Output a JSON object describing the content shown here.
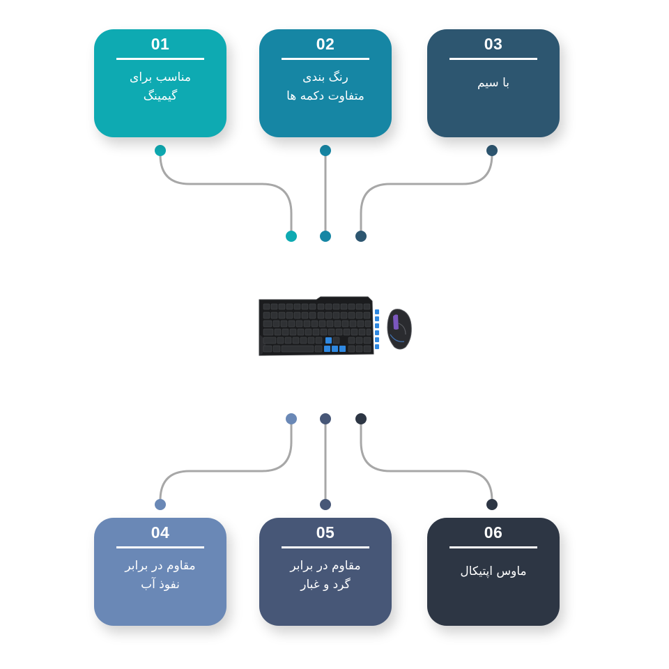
{
  "features": [
    {
      "number": "01",
      "text": "مناسب برای\nگیمینگ",
      "color": "#0eaab2"
    },
    {
      "number": "02",
      "text": "رنگ بندی\nمتفاوت دکمه ها",
      "color": "#1686a4"
    },
    {
      "number": "03",
      "text": "با سیم",
      "color": "#2d5670"
    },
    {
      "number": "04",
      "text": "مقاوم در برابر\nنفوذ آب",
      "color": "#6a88b6"
    },
    {
      "number": "05",
      "text": "مقاوم در برابر\nگرد و غبار",
      "color": "#475777"
    },
    {
      "number": "06",
      "text": "ماوس اپتیکال",
      "color": "#2d3644"
    }
  ],
  "product_image": "keyboard-and-mouse",
  "connector_color": "#a7a7a7"
}
